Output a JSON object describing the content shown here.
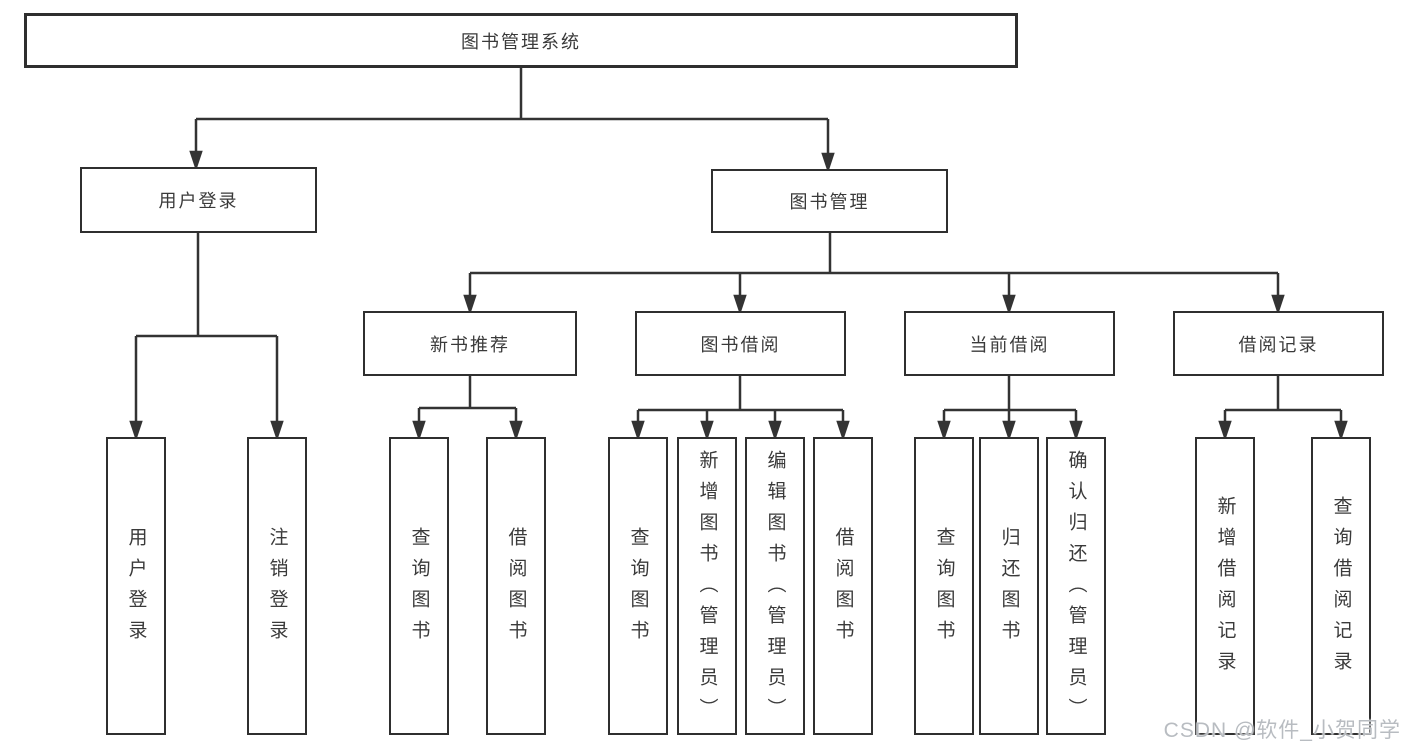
{
  "diagram_title": "图书管理系统",
  "tree": {
    "label": "图书管理系统",
    "children": [
      {
        "label": "用户登录",
        "children": [
          {
            "label": "用户登录"
          },
          {
            "label": "注销登录"
          }
        ]
      },
      {
        "label": "图书管理",
        "children": [
          {
            "label": "新书推荐",
            "children": [
              {
                "label": "查询图书"
              },
              {
                "label": "借阅图书"
              }
            ]
          },
          {
            "label": "图书借阅",
            "children": [
              {
                "label": "查询图书"
              },
              {
                "label": "新增图书（管理员）"
              },
              {
                "label": "编辑图书（管理员）"
              },
              {
                "label": "借阅图书"
              }
            ]
          },
          {
            "label": "当前借阅",
            "children": [
              {
                "label": "查询图书"
              },
              {
                "label": "归还图书"
              },
              {
                "label": "确认归还（管理员）"
              }
            ]
          },
          {
            "label": "借阅记录",
            "children": [
              {
                "label": "新增借阅记录"
              },
              {
                "label": "查询借阅记录"
              }
            ]
          }
        ]
      }
    ]
  },
  "watermark": "CSDN @软件_小贺同学",
  "colors": {
    "background": "#ffffff",
    "line": "#333333",
    "box_border": "#2f2f2f",
    "text": "#3a3a3a",
    "watermark": "#b2b6bc"
  }
}
